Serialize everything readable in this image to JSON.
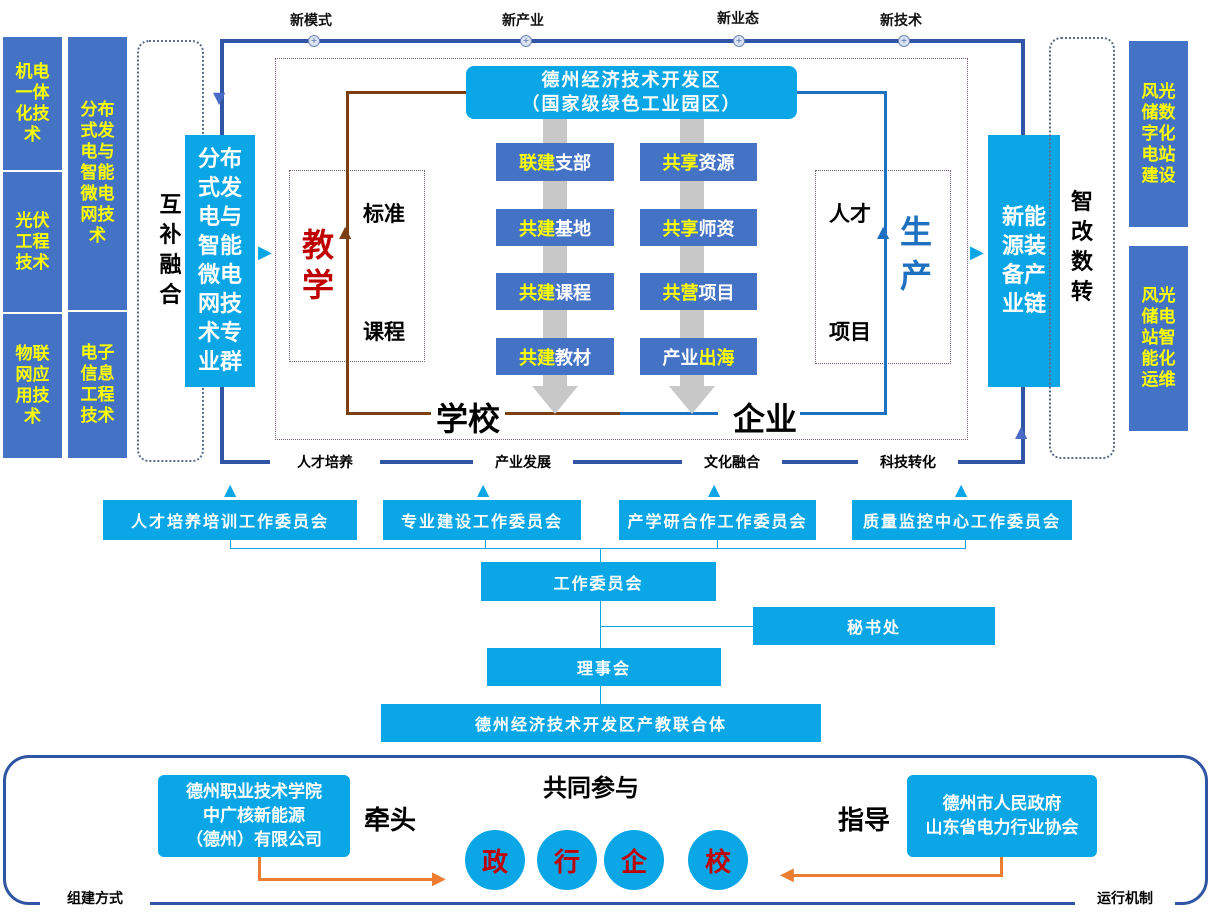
{
  "left_majors": {
    "col1": [
      "机电一体化技术",
      "光伏工程技术",
      "物联网应用技术"
    ],
    "col2": [
      "分布式发电与智能微电网技术",
      "电子信息工程技术"
    ]
  },
  "left_bracket": "互补融合",
  "left_group": "分布式发电与智能微电网技术专业群",
  "right_group": "新能源装备产业链",
  "right_bracket": "智改数转",
  "right_projects": [
    "风光储数字化电站建设",
    "风光储电站智能化运维"
  ],
  "top_labels": [
    "新模式",
    "新产业",
    "新业态",
    "新技术"
  ],
  "bottom_labels": [
    "人才培养",
    "产业发展",
    "文化融合",
    "科技转化"
  ],
  "zone": {
    "line1": "德州经济技术开发区",
    "line2": "（国家级绿色工业园区）"
  },
  "school_actions": [
    {
      "h": "联建",
      "t": "支部"
    },
    {
      "h": "共建",
      "t": "基地"
    },
    {
      "h": "共建",
      "t": "课程"
    },
    {
      "h": "共建",
      "t": "教材"
    }
  ],
  "enterprise_actions": [
    {
      "h": "共享",
      "t": "资源"
    },
    {
      "h": "共享",
      "t": "师资"
    },
    {
      "h": "共营",
      "t": "项目"
    },
    {
      "h": "出海",
      "t": "产业"
    }
  ],
  "school": "学校",
  "enterprise": "企业",
  "teaching": "教学",
  "production": "生产",
  "teach_items": [
    "标准",
    "课程"
  ],
  "prod_items": [
    "人才",
    "项目"
  ],
  "committees": [
    "人才培养培训工作委员会",
    "专业建设工作委员会",
    "产学研合作工作委员会",
    "质量监控中心工作委员会"
  ],
  "work_committee": "工作委员会",
  "secretariat": "秘书处",
  "council": "理事会",
  "alliance": "德州经济技术开发区产教联合体",
  "bottom": {
    "joint": "共同参与",
    "lead_label": "牵头",
    "guide_label": "指导",
    "lead_orgs": [
      "德州职业技术学院",
      "中广核新能源",
      "（德州）有限公司"
    ],
    "guide_orgs": [
      "德州市人民政府",
      "山东省电力行业协会"
    ],
    "parties": [
      "政",
      "行",
      "企",
      "校"
    ],
    "left_caption": "组建方式",
    "right_caption": "运行机制"
  },
  "colors": {
    "box_blue": "#4472c4",
    "light_blue": "#0aa6e6",
    "frame": "#2f55a4",
    "brown": "#7b3f12",
    "accent_yellow": "#ffff00",
    "red": "#c00000",
    "orange": "#ed7d31"
  }
}
